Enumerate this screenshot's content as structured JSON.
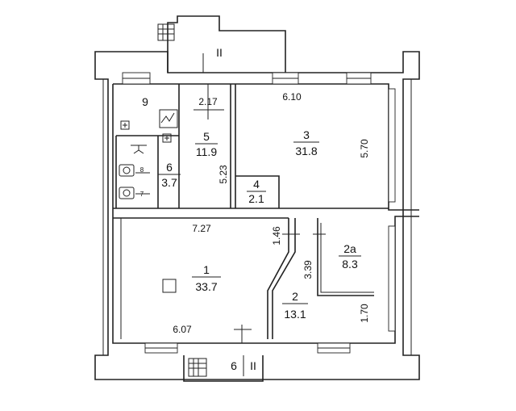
{
  "rooms": [
    {
      "id": "r9",
      "number": "9",
      "area": ""
    },
    {
      "id": "r5",
      "number": "5",
      "area": "11.9"
    },
    {
      "id": "r3",
      "number": "3",
      "area": "31.8"
    },
    {
      "id": "r6",
      "number": "6",
      "area": "3.7"
    },
    {
      "id": "r4",
      "number": "4",
      "area": "2.1"
    },
    {
      "id": "r1",
      "number": "1",
      "area": "33.7"
    },
    {
      "id": "r2",
      "number": "2",
      "area": "13.1"
    },
    {
      "id": "r2a",
      "number": "2a",
      "area": "8.3"
    }
  ],
  "dimensions": {
    "d_217": "2.17",
    "d_610": "6.10",
    "d_570": "5.70",
    "d_523": "5.23",
    "d_727": "7.27",
    "d_146": "1.46",
    "d_339": "3.39",
    "d_170": "1.70",
    "d_607": "6.07"
  },
  "marks": {
    "top_annex": "II",
    "bottom_annex_num": "6",
    "bottom_annex_roman": "II",
    "fixture_8": "8",
    "fixture_7": "7"
  }
}
